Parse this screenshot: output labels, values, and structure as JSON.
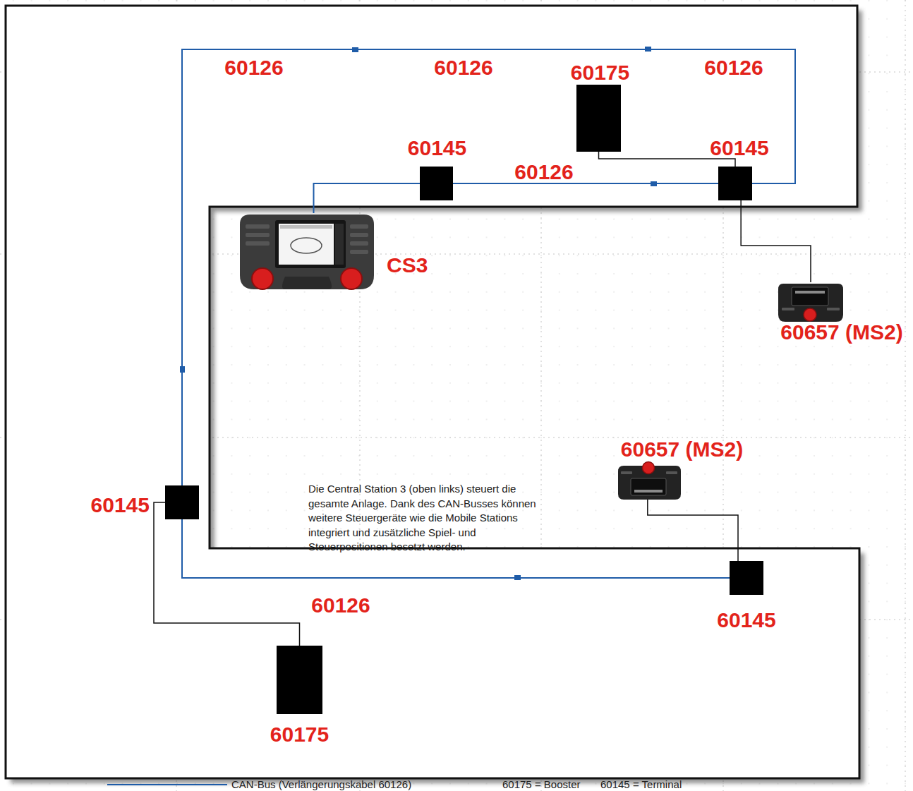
{
  "diagram": {
    "nodes": [
      {
        "text": [
          "60175"
        ]
      },
      {
        "text": [
          "60145"
        ]
      },
      {
        "text": [
          "60145"
        ]
      },
      {
        "text": [
          "CS3"
        ]
      },
      {
        "text": [
          "60657 (MS2)"
        ]
      },
      {
        "text": [
          "60657 (MS2)"
        ]
      },
      {
        "text": [
          "60145"
        ]
      },
      {
        "text": [
          "60145"
        ]
      },
      {
        "text": [
          "60175"
        ]
      }
    ],
    "edges": [
      {
        "from": 3,
        "to": 1,
        "arrow": "none"
      },
      {
        "from": 1,
        "to": 2,
        "label": "60126",
        "arrow": "none"
      },
      {
        "from": 2,
        "to": 6,
        "label": "60126",
        "arrow": "none"
      },
      {
        "from": 6,
        "to": 7,
        "label": "60126",
        "arrow": "none"
      },
      {
        "from": 0,
        "to": 2,
        "arrow": "none"
      },
      {
        "from": 2,
        "to": 4,
        "arrow": "none"
      },
      {
        "from": 6,
        "to": 8,
        "arrow": "none"
      },
      {
        "from": 5,
        "to": 7,
        "arrow": "none"
      }
    ],
    "labels": [
      "60126",
      "60126",
      "Die Central Station 3 (oben links) steuert die gesamte Anlage. Dank des CAN-Busses können weitere Steuergeräte wie die Mobile Stations integriert und zusätzliche Spiel- und Steuerpositionen besetzt werden."
    ],
    "legend": [
      {
        "text": "CAN-Bus (Verlängerungskabel 60126)"
      },
      {
        "text": "60175 = Booster"
      },
      {
        "text": "60145 = Terminal"
      }
    ]
  }
}
